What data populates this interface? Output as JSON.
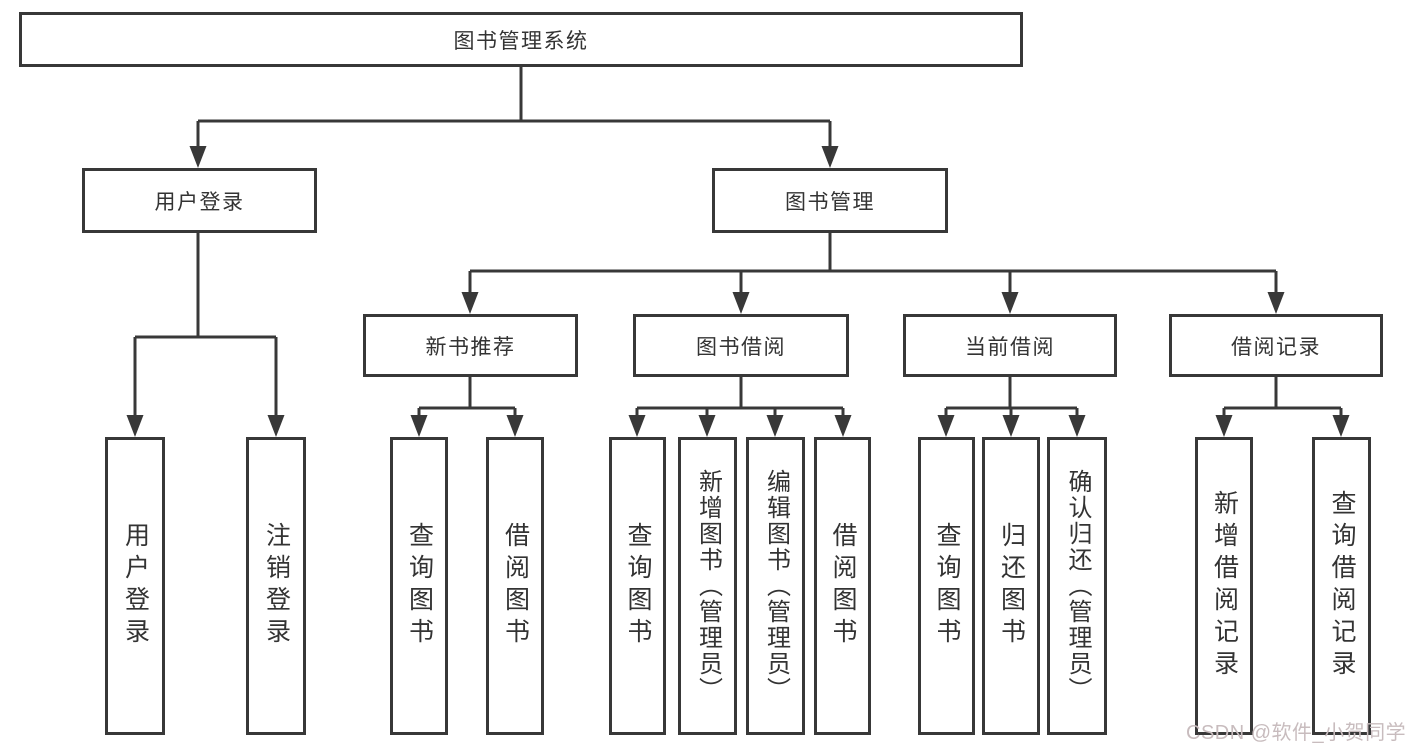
{
  "diagram": {
    "nodes": {
      "root": "图书管理系统",
      "user_login": "用户登录",
      "book_management": "图书管理",
      "new_book_recommend": "新书推荐",
      "book_borrowing": "图书借阅",
      "current_borrowing": "当前借阅",
      "borrowing_records": "借阅记录",
      "leaf_user_login": "用户登录",
      "leaf_logout": "注销登录",
      "leaf_nb_query_books": "查询图书",
      "leaf_nb_borrow_books": "借阅图书",
      "leaf_bb_query_books": "查询图书",
      "leaf_bb_add_books_admin": "新增图书（管理员）",
      "leaf_bb_edit_books_admin": "编辑图书（管理员）",
      "leaf_bb_borrow_books": "借阅图书",
      "leaf_cb_query_books": "查询图书",
      "leaf_cb_return_books": "归还图书",
      "leaf_cb_confirm_return_admin": "确认归还（管理员）",
      "leaf_br_add_record": "新增借阅记录",
      "leaf_br_query_record": "查询借阅记录"
    },
    "watermark": "CSDN @软件_小贺同学",
    "colors": {
      "line": "#383838",
      "text": "#333333",
      "watermark": "#c8bcbe"
    }
  }
}
